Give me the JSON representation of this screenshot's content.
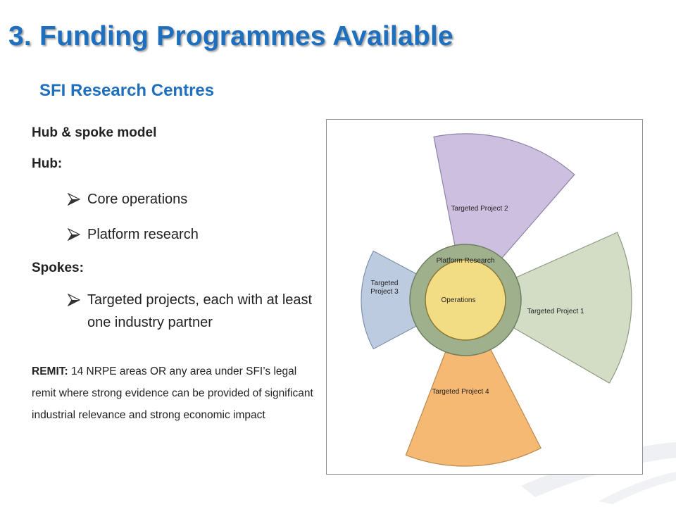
{
  "slide": {
    "title": "3. Funding Programmes Available",
    "subtitle": "SFI Research Centres"
  },
  "content": {
    "model_heading": "Hub & spoke model",
    "hub_heading": "Hub:",
    "hub_items": [
      "Core operations",
      "Platform research"
    ],
    "spokes_heading": "Spokes:",
    "spoke_items": [
      "Targeted projects, each with at least one industry partner"
    ],
    "remit_label": "REMIT:",
    "remit_text": " 14 NRPE areas OR any area under SFI’s legal remit where strong evidence can be provided of significant industrial relevance and strong economic impact"
  },
  "diagram": {
    "hub_inner_label": "Operations",
    "hub_outer_label": "Platform Research",
    "spokes": [
      {
        "label_lines": [
          "Targeted Project 2"
        ],
        "color": "#cdbfdf"
      },
      {
        "label_lines": [
          "Targeted Project 1"
        ],
        "color": "#d3ddc6"
      },
      {
        "label_lines": [
          "Targeted Project 4"
        ],
        "color": "#f5b973"
      },
      {
        "label_lines": [
          "Targeted",
          "Project 3"
        ],
        "color": "#bccbe0"
      }
    ],
    "colors": {
      "operations": "#f3dd84",
      "platform_ring": "#9fb08c",
      "title": "#1f6fbf"
    }
  }
}
